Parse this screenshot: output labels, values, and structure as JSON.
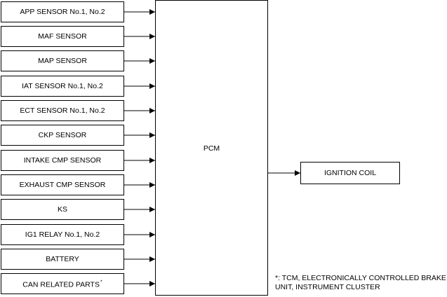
{
  "inputs": [
    {
      "label": "APP SENSOR No.1, No.2"
    },
    {
      "label": "MAF SENSOR"
    },
    {
      "label": "MAP SENSOR"
    },
    {
      "label": "IAT SENSOR No.1, No.2"
    },
    {
      "label": "ECT SENSOR No.1, No.2"
    },
    {
      "label": "CKP SENSOR"
    },
    {
      "label": "INTAKE CMP SENSOR"
    },
    {
      "label": "EXHAUST CMP SENSOR"
    },
    {
      "label": "KS"
    },
    {
      "label": "IG1 RELAY No.1, No.2"
    },
    {
      "label": "BATTERY"
    },
    {
      "label": "CAN RELATED PARTS",
      "mark": "*"
    }
  ],
  "pcm": {
    "label": "PCM"
  },
  "output": {
    "label": "IGNITION COIL"
  },
  "footnote": "*: TCM, ELECTRONICALLY CONTROLLED BRAKE\nUNIT, INSTRUMENT CLUSTER"
}
